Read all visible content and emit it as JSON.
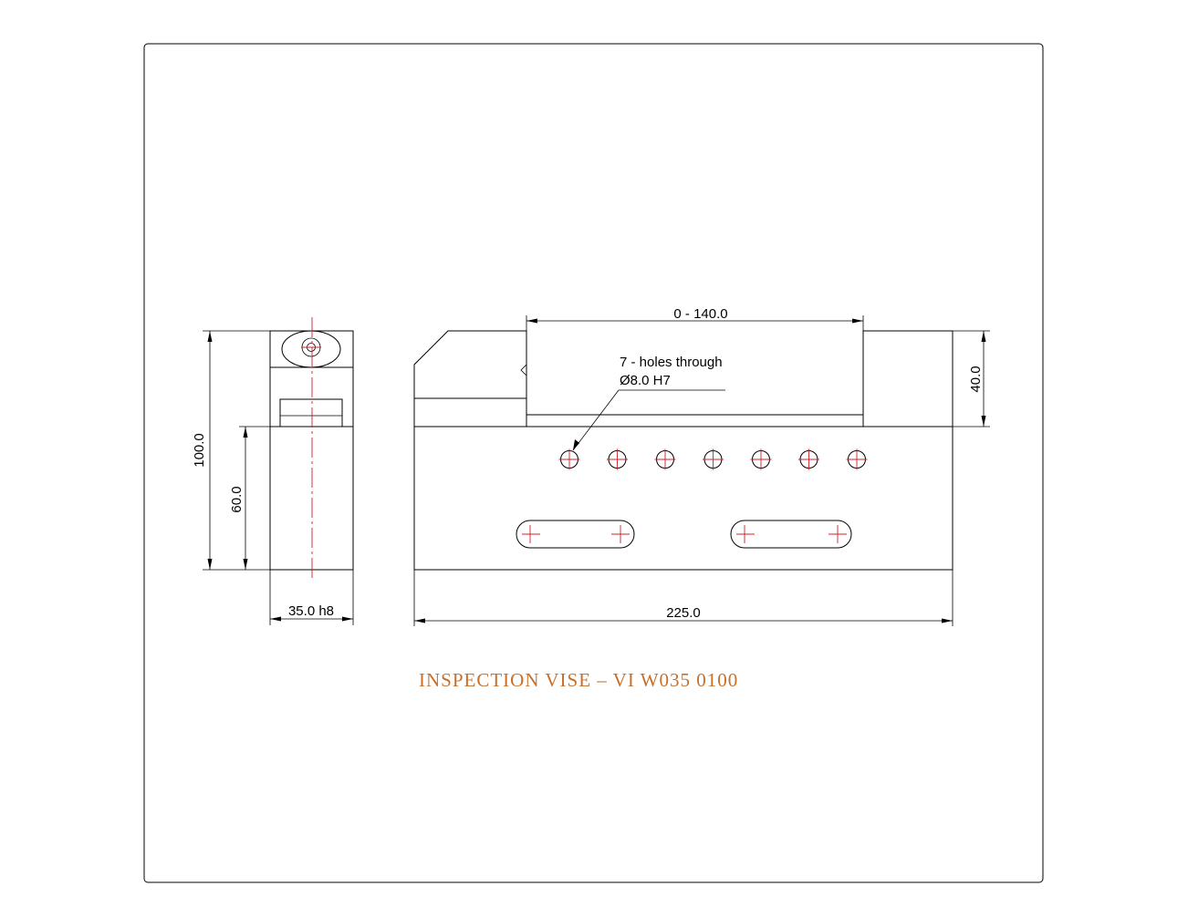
{
  "drawing": {
    "title": "INSPECTION VISE – VI W035 0100",
    "title_color": "#c8702a",
    "centerline_color": "#d0202a",
    "dimensions": {
      "overall_height": "100.0",
      "base_height": "60.0",
      "width": "35.0 h8",
      "length": "225.0",
      "jaw_opening": "0 - 140.0",
      "jaw_height": "40.0"
    },
    "callout": {
      "line1": "7 - holes through",
      "line2": "Ø8.0 H7"
    },
    "hole_count": 7,
    "slot_count": 2
  }
}
